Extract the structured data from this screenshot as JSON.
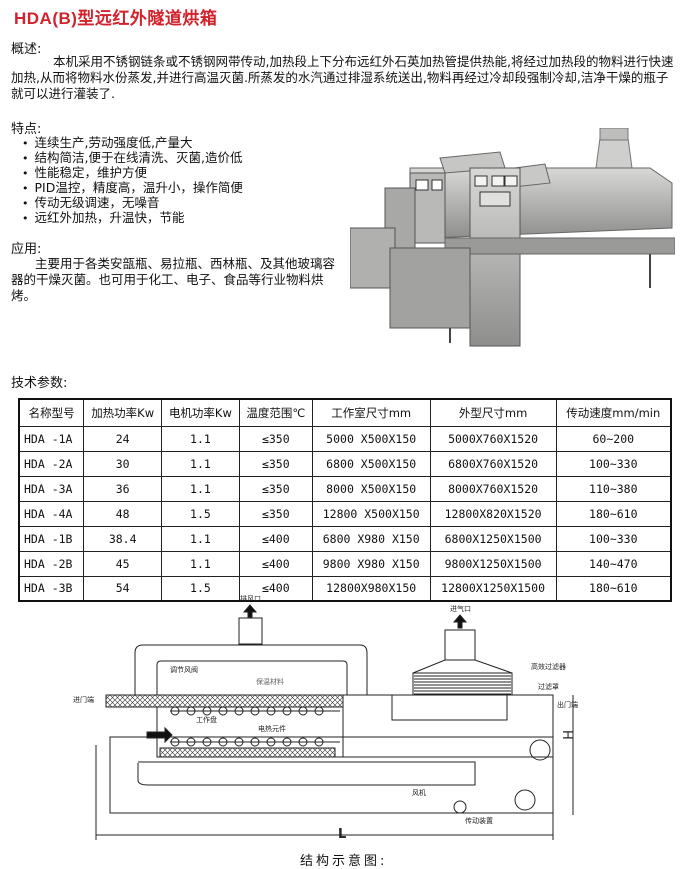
{
  "title": "HDA(B)型远红外隧道烘箱",
  "overview": {
    "heading": "概述:",
    "text": "本机采用不锈钢链条或不锈钢网带传动,加热段上下分布远红外石英加热管提供热能,将经过加热段的物料进行快速加热,从而将物料水份蒸发,并进行高温灭菌.所蒸发的水汽通过排湿系统送出,物料再经过冷却段强制冷却,洁净干燥的瓶子就可以进行灌装了."
  },
  "features": {
    "heading": "特点:",
    "items": [
      "连续生产,劳动强度低,产量大",
      "结构简洁,便于在线清洗、灭菌,造价低",
      "性能稳定，维护方便",
      "PID温控，精度高，温升小，操作简便",
      "传动无级调速，无噪音",
      "远红外加热，升温快，节能"
    ]
  },
  "application": {
    "heading": "应用:",
    "text": "主要用于各类安瓿瓶、易拉瓶、西林瓶、及其他玻璃容器的干燥灭菌。也可用于化工、电子、食品等行业物料烘烤。"
  },
  "params": {
    "heading": "技术参数:",
    "columns": [
      "名称型号",
      "加热功率Kw",
      "电机功率Kw",
      "温度范围℃",
      "工作室尺寸mm",
      "外型尺寸mm",
      "传动速度mm/min"
    ],
    "rows": [
      [
        "HDA -1A",
        "24",
        "1.1",
        "≤350",
        "5000 X500X150",
        "5000X760X1520",
        "60~200"
      ],
      [
        "HDA -2A",
        "30",
        "1.1",
        "≤350",
        "6800 X500X150",
        "6800X760X1520",
        "100~330"
      ],
      [
        "HDA -3A",
        "36",
        "1.1",
        "≤350",
        "8000 X500X150",
        "8000X760X1520",
        "110~380"
      ],
      [
        "HDA -4A",
        "48",
        "1.5",
        "≤350",
        "12800 X500X150",
        "12800X820X1520",
        "180~610"
      ],
      [
        "HDA -1B",
        "38.4",
        "1.1",
        "≤400",
        "6800 X980 X150",
        "6800X1250X1500",
        "100~330"
      ],
      [
        "HDA -2B",
        "45",
        "1.1",
        "≤400",
        "9800 X980 X150",
        "9800X1250X1500",
        "140~470"
      ],
      [
        "HDA -3B",
        "54",
        "1.5",
        "≤400",
        "12800X980X150",
        "12800X1250X1500",
        "180~610"
      ]
    ]
  },
  "diagram": {
    "labels": {
      "exhaust": "排风口",
      "air_inlet": "进气口",
      "damper": "调节风阀",
      "insulation": "保温材料",
      "entry_end": "进门端",
      "tray": "工作盘",
      "heater": "电热元件",
      "hepa": "高效过滤器",
      "filter_hood": "过滤罩",
      "exit_end": "出门端",
      "height": "H",
      "fan": "风机",
      "drive": "传动装置",
      "length": "L"
    },
    "caption": "结构示意图:"
  }
}
